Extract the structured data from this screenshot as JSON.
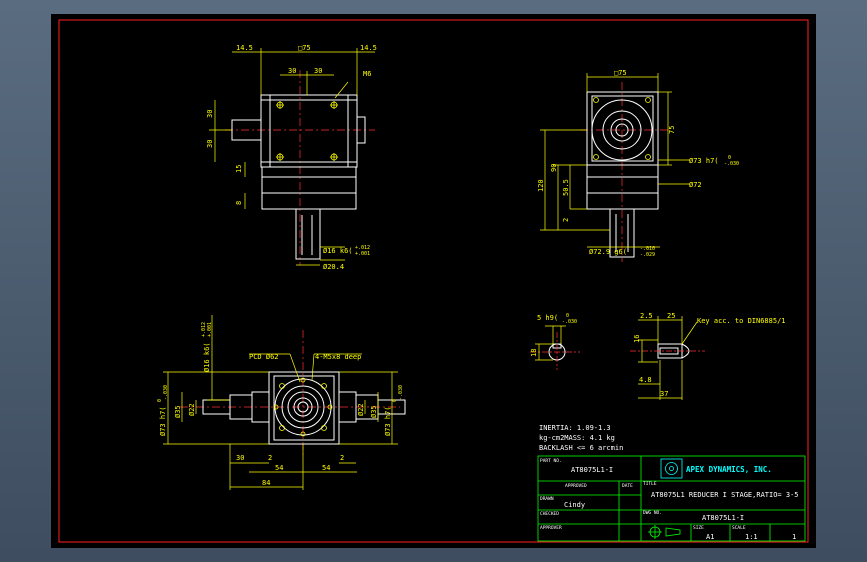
{
  "colors": {
    "background": "#000000",
    "frame_border": "#ff2020",
    "geometry": "#ffffff",
    "dimension": "#ffff00",
    "centerline": "#ff3030",
    "titleblock": "#00ff00",
    "hidden": "#00ffff"
  },
  "top_view": {
    "dim_left_flange": "14.5",
    "dim_square": "□75",
    "dim_right_flange": "14.5",
    "dim_left_30": "30",
    "dim_right_30": "30",
    "hole_label": "M6",
    "dim_v_upper_30": "30",
    "dim_v_lower_30": "30",
    "dim_v_15": "15",
    "dim_v_8": "8",
    "shaft_dia_label": "Ø16 k6(",
    "shaft_tol_upper": "+.012",
    "shaft_tol_lower": "+.001",
    "shaft_dia2_label": "Ø20.4"
  },
  "side_view": {
    "dim_square": "□75",
    "dim_v_75": "75",
    "pilot_label": "Ø73 h7(",
    "pilot_tol_upper": "0",
    "pilot_tol_lower": "-.030",
    "dia_72": "Ø72",
    "dim_120": "120",
    "dim_90": "90",
    "dim_50_5": "50.5",
    "dim_2": "2",
    "bottom_label": "Ø72.9 g6(",
    "bottom_tol_upper": "-.010",
    "bottom_tol_lower": "-.029"
  },
  "front_view": {
    "shaft_label_rot": "Ø16 k6(",
    "shaft_tol_rot_upper": "+.012",
    "shaft_tol_rot_lower": "+.001",
    "pcd_label": "PCD Ø62",
    "holes_label": "4-M5x8 deep",
    "left_dia_73": "Ø73 h7(",
    "left_dia_35": "Ø35",
    "left_dia_22": "Ø22",
    "right_dia_22": "Ø22",
    "right_dia_35": "Ø35",
    "right_dia_73": "Ø73 h7(",
    "tol_73_upper": "0",
    "tol_73_lower": "-.030",
    "dim_30": "30",
    "dim_2_left": "2",
    "dim_2_right": "2",
    "dim_54_left": "54",
    "dim_54_right": "54",
    "dim_84": "84"
  },
  "keyway_detail": {
    "key_label": "5 h9(",
    "key_tol_upper": "0",
    "key_tol_lower": "-.030",
    "dim_18": "18",
    "dim_2_5": "2.5",
    "dim_25": "25",
    "key_note": "Key acc. to DIN6885/1",
    "dim_16": "16",
    "dim_4_8": "4.8",
    "dim_37": "37"
  },
  "notes": {
    "line1": "INERTIA: 1.09-1.3",
    "line2": "kg-cm2MASS: 4.1 kg",
    "line3": "BACKLASH <= 6 arcmin"
  },
  "title_block": {
    "part_no_header": "PART NO.",
    "part_no": "AT8075L1-I",
    "company": "APEX DYNAMICS, INC.",
    "approved_header": "APPROVED",
    "date_header": "DATE",
    "title_header": "TITLE",
    "title": "AT8075L1 REDUCER I STAGE,RATIO= 3-5",
    "drawn_header": "DRAWN",
    "drawn_by": "Cindy",
    "dwg_header": "DWG NO.",
    "dwg_no": "AT8075L1-I",
    "checked_header": "CHECKED",
    "size_header": "SIZE",
    "size": "A1",
    "scale_header": "SCALE",
    "scale": "1:1",
    "sheet": "1",
    "approver_header": "APPROVER"
  }
}
